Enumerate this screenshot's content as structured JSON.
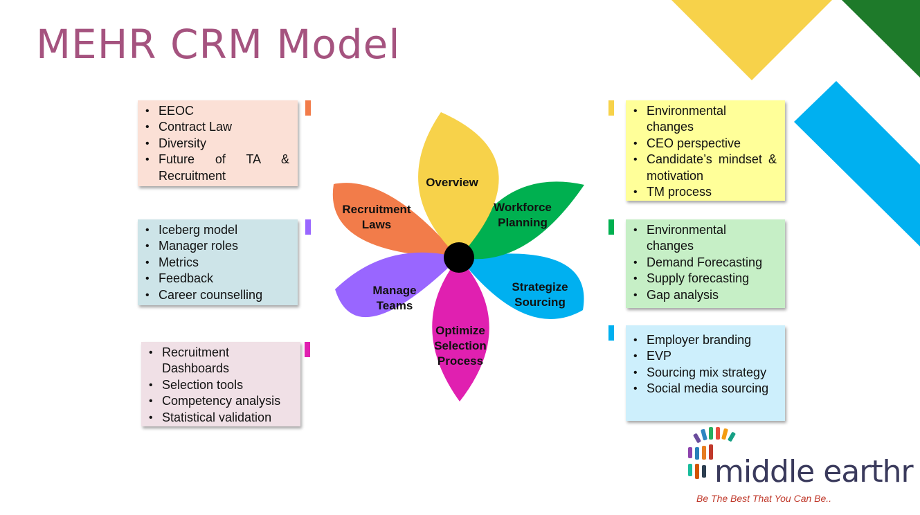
{
  "title": "MEHR CRM Model",
  "colors": {
    "title": "#a5537f",
    "yellow_triangle": "#f7d24a",
    "green_triangle": "#1e7a2a",
    "blue_band": "#00b0f0"
  },
  "petals": [
    {
      "name": "overview",
      "label": "Overview",
      "color": "#f7d24a"
    },
    {
      "name": "workforce-planning",
      "label": "Workforce Planning",
      "color": "#00b050"
    },
    {
      "name": "strategize-sourcing",
      "label": "Strategize Sourcing",
      "color": "#00b0f0"
    },
    {
      "name": "optimize-selection",
      "label": "Optimize Selection Process",
      "color": "#e020b0"
    },
    {
      "name": "manage-teams",
      "label": "Manage Teams",
      "color": "#9966ff"
    },
    {
      "name": "recruitment-laws",
      "label": "Recruitment Laws",
      "color": "#f27c4a"
    }
  ],
  "left_boxes": [
    {
      "name": "recruitment-laws-box",
      "bg": "#fbe0d6",
      "marker": "#f27c4a",
      "items": [
        "EEOC",
        "Contract Law",
        "Diversity",
        "Future of TA & Recruitment"
      ]
    },
    {
      "name": "manage-teams-box",
      "bg": "#cde4e8",
      "marker": "#9966ff",
      "items": [
        "Iceberg model",
        "Manager roles",
        "Metrics",
        "Feedback",
        "Career counselling"
      ]
    },
    {
      "name": "optimize-selection-box",
      "bg": "#f0e0e6",
      "marker": "#e020b0",
      "items": [
        "Recruitment Dashboards",
        "Selection tools",
        "Competency analysis",
        "Statistical validation"
      ]
    }
  ],
  "right_boxes": [
    {
      "name": "overview-box",
      "bg": "#ffff99",
      "marker": "#f7d24a",
      "items": [
        "Environmental changes",
        "CEO perspective",
        "Candidate’s mindset & motivation",
        "TM process"
      ]
    },
    {
      "name": "workforce-planning-box",
      "bg": "#c6efc6",
      "marker": "#00b050",
      "items": [
        "Environmental changes",
        "Demand Forecasting",
        "Supply forecasting",
        "Gap analysis"
      ]
    },
    {
      "name": "strategize-sourcing-box",
      "bg": "#cdeffc",
      "marker": "#00b0f0",
      "items": [
        "Employer branding",
        "EVP",
        "Sourcing mix strategy",
        "Social media sourcing"
      ]
    }
  ],
  "logo": {
    "text": "middle earthr",
    "tagline": "Be The Best That You Can Be.."
  }
}
